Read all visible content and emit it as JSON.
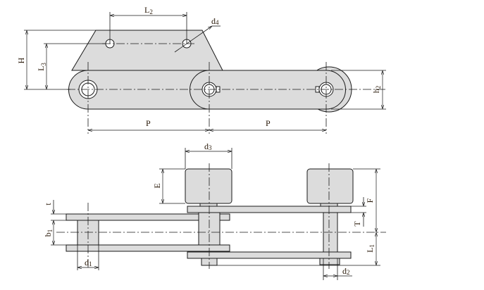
{
  "colors": {
    "part_fill": "#dcdcdc",
    "line": "#1a1a1a"
  },
  "labels": {
    "H": {
      "main": "H",
      "sub": ""
    },
    "L3": {
      "main": "L",
      "sub": "3"
    },
    "L2": {
      "main": "L",
      "sub": "2"
    },
    "d4": {
      "main": "d",
      "sub": "4"
    },
    "P1": {
      "main": "P",
      "sub": ""
    },
    "P2": {
      "main": "P",
      "sub": ""
    },
    "h2": {
      "main": "h",
      "sub": "2"
    },
    "d3": {
      "main": "d",
      "sub": "3"
    },
    "E": {
      "main": "E",
      "sub": ""
    },
    "t": {
      "main": "t",
      "sub": ""
    },
    "b1": {
      "main": "b",
      "sub": "1"
    },
    "d1": {
      "main": "d",
      "sub": "1"
    },
    "F": {
      "main": "F",
      "sub": ""
    },
    "T": {
      "main": "T",
      "sub": ""
    },
    "L1": {
      "main": "L",
      "sub": "1"
    },
    "d2": {
      "main": "d",
      "sub": "2"
    }
  }
}
